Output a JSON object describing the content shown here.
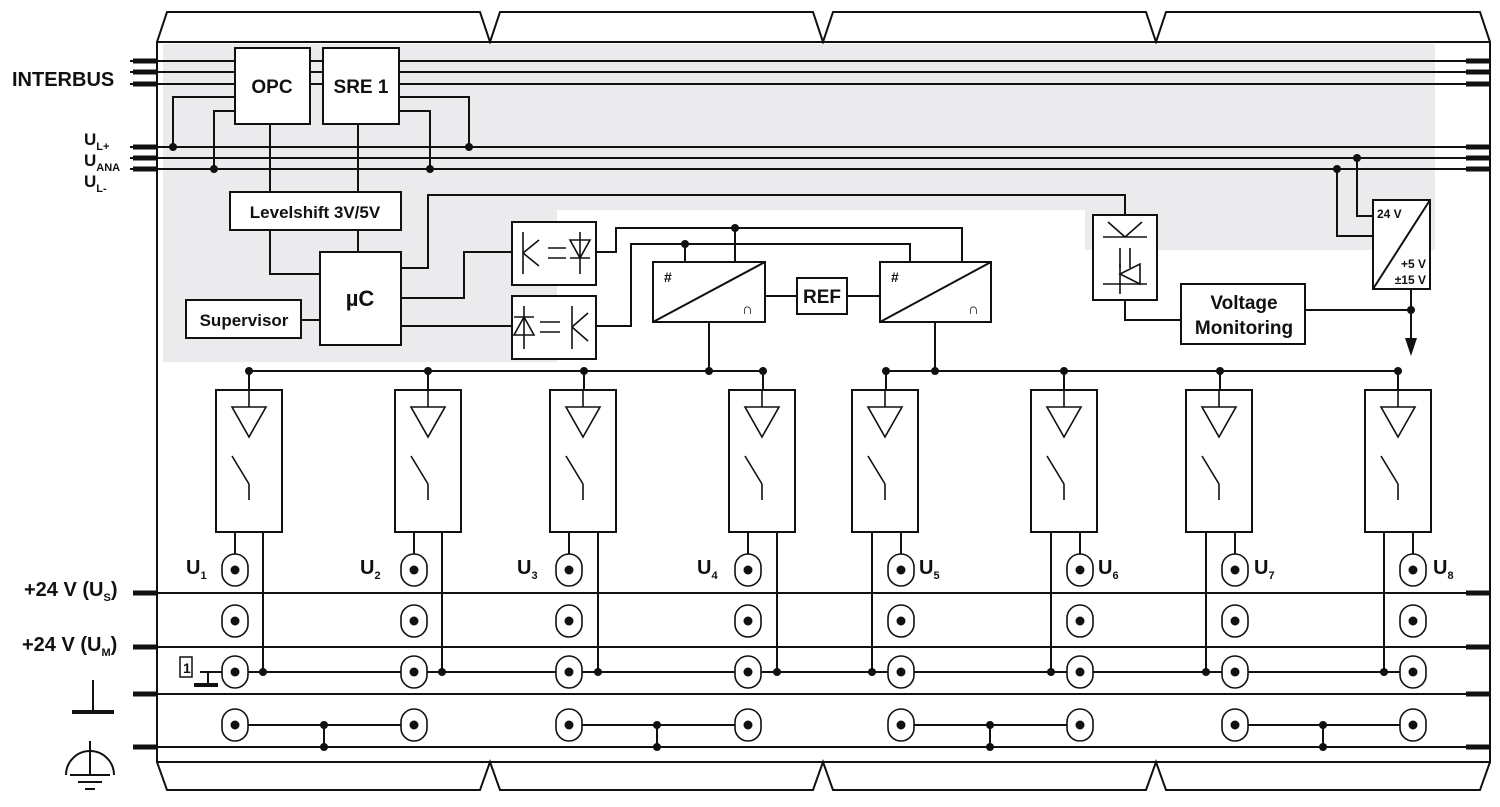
{
  "bus": {
    "interbus": "INTERBUS",
    "ul_plus": {
      "main": "U",
      "sub": "L+"
    },
    "u_ana": {
      "main": "U",
      "sub": "ANA"
    },
    "ul_minus": {
      "main": "U",
      "sub": "L-"
    }
  },
  "blocks": {
    "opc": "OPC",
    "sre": "SRE 1",
    "levelshift": "Levelshift 3V/5V",
    "uc": "µC",
    "supervisor": "Supervisor",
    "ref": "REF",
    "voltage_monitoring_line1": "Voltage",
    "voltage_monitoring_line2": "Monitoring",
    "psu_in": "24 V",
    "psu_out1": "+5 V",
    "psu_out2": "±15 V",
    "dac_hash": "#",
    "dac_cap": "∩"
  },
  "supply": {
    "us": {
      "main": "+24 V (U",
      "sub": "S",
      "end": ")"
    },
    "um": {
      "main": "+24 V (U",
      "sub": "M",
      "end": ")"
    },
    "terminal_mark": "1"
  },
  "outputs": [
    {
      "main": "U",
      "sub": "1"
    },
    {
      "main": "U",
      "sub": "2"
    },
    {
      "main": "U",
      "sub": "3"
    },
    {
      "main": "U",
      "sub": "4"
    },
    {
      "main": "U",
      "sub": "5"
    },
    {
      "main": "U",
      "sub": "6"
    },
    {
      "main": "U",
      "sub": "7"
    },
    {
      "main": "U",
      "sub": "8"
    }
  ],
  "colors": {
    "line": "#111111",
    "shade": "#ebebed",
    "background": "#ffffff"
  }
}
